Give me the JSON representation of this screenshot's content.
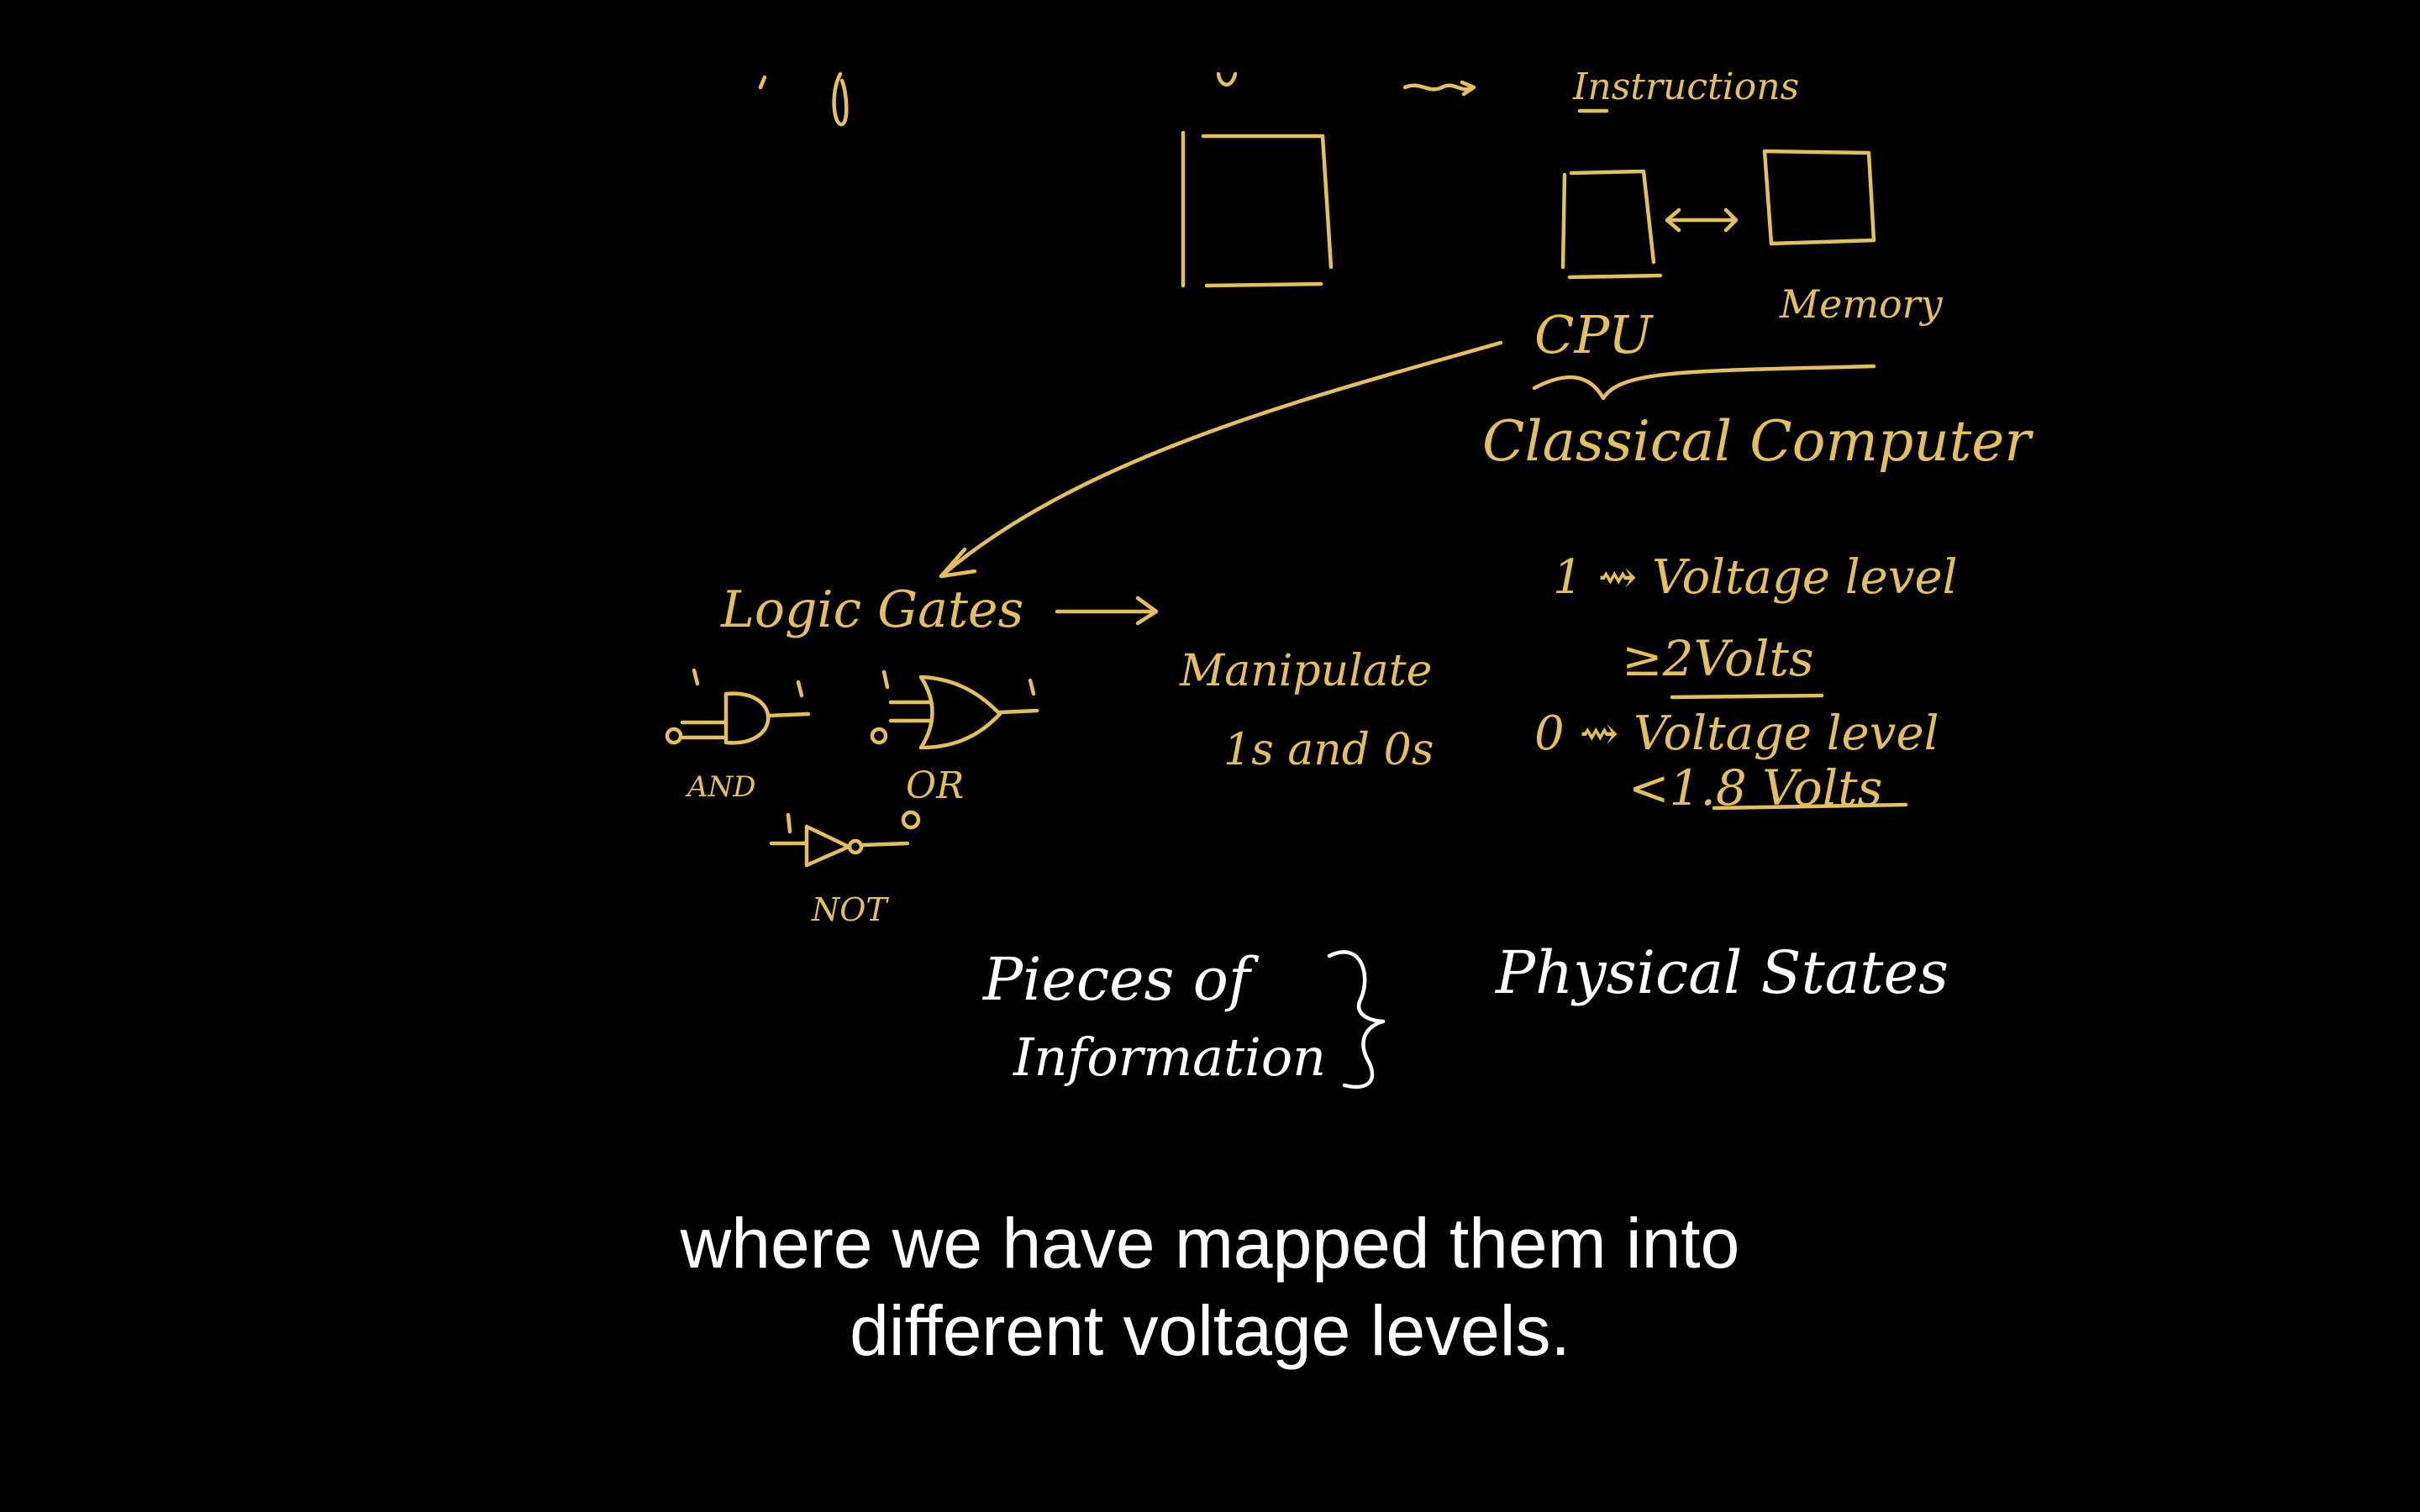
{
  "board": {
    "top_word": "Instructions",
    "cpu": "CPU",
    "memory": "Memory",
    "classical": "Classical Computer",
    "logic_gates": "Logic Gates",
    "and_label": "AND",
    "or_label": "OR",
    "not_label": "NOT",
    "one": "1",
    "zero": "0",
    "manipulate_1": "Manipulate",
    "manipulate_2": "1s and 0s",
    "v1_a": "1 ⇝ Voltage level",
    "v1_b": "≥2Volts",
    "v0_a": "0 ⇝ Voltage level",
    "v0_b": "<1.8 Volts",
    "pieces_1": "Pieces of",
    "pieces_2": "Information",
    "physical": "Physical States"
  },
  "subtitles": {
    "line1": "where we have mapped them into",
    "line2": "different voltage levels."
  },
  "colors": {
    "background": "#000000",
    "ink_yellow": "#e3bf5e",
    "ink_white": "#ffffff",
    "subtitle": "#ffffff"
  }
}
